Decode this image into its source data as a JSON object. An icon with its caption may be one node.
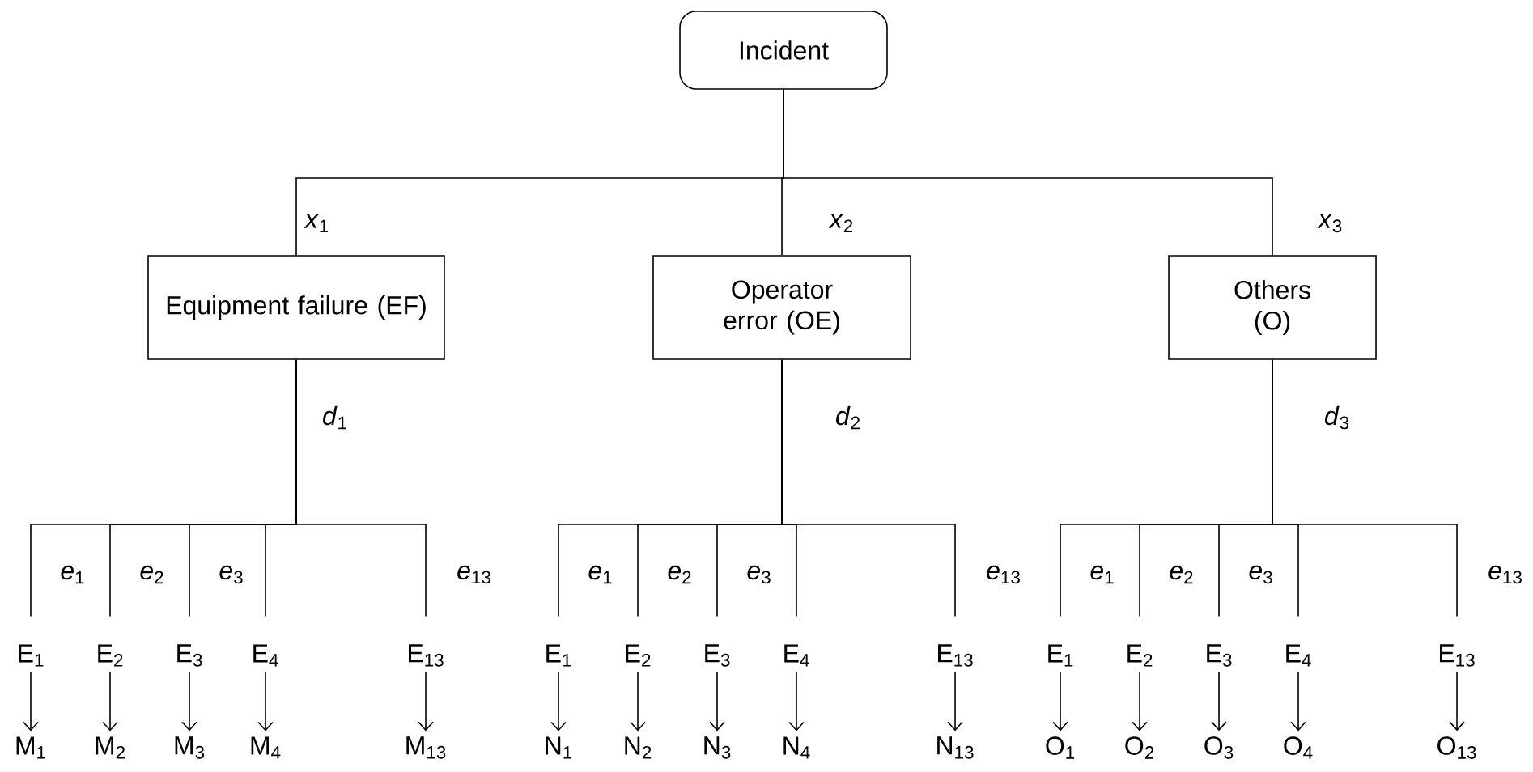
{
  "diagram": {
    "nodes": [
      {
        "text": [
          "Incident"
        ]
      },
      {
        "text": [
          "Equipment failure (EF)"
        ]
      },
      {
        "text": [
          "Operator error (OE)"
        ]
      },
      {
        "text": [
          "Others (O)"
        ]
      },
      {
        "text": [
          "E$_{1}$"
        ]
      },
      {
        "text": [
          "E$_{2}$"
        ]
      },
      {
        "text": [
          "E$_{3}$"
        ]
      },
      {
        "text": [
          "E$_{4}$"
        ]
      },
      {
        "text": [
          "E$_{13}$"
        ]
      },
      {
        "text": [
          "M$_{1}$"
        ]
      },
      {
        "text": [
          "M$_{2}$"
        ]
      },
      {
        "text": [
          "M$_{3}$"
        ]
      },
      {
        "text": [
          "M$_{4}$"
        ]
      },
      {
        "text": [
          "M$_{13}$"
        ]
      },
      {
        "text": [
          "E$_{1}$"
        ]
      },
      {
        "text": [
          "E$_{2}$"
        ]
      },
      {
        "text": [
          "E$_{3}$"
        ]
      },
      {
        "text": [
          "E$_{4}$"
        ]
      },
      {
        "text": [
          "E$_{13}$"
        ]
      },
      {
        "text": [
          "N$_{1}$"
        ]
      },
      {
        "text": [
          "N$_{2}$"
        ]
      },
      {
        "text": [
          "N$_{3}$"
        ]
      },
      {
        "text": [
          "N$_{4}$"
        ]
      },
      {
        "text": [
          "N$_{13}$"
        ]
      },
      {
        "text": [
          "E$_{1}$"
        ]
      },
      {
        "text": [
          "E$_{2}$"
        ]
      },
      {
        "text": [
          "E$_{3}$"
        ]
      },
      {
        "text": [
          "E$_{4}$"
        ]
      },
      {
        "text": [
          "E$_{13}$"
        ]
      },
      {
        "text": [
          "O$_{1}$"
        ]
      },
      {
        "text": [
          "O$_{2}$"
        ]
      },
      {
        "text": [
          "O$_{3}$"
        ]
      },
      {
        "text": [
          "O$_{4}$"
        ]
      },
      {
        "text": [
          "O$_{13}$"
        ]
      }
    ],
    "edges": [
      {
        "from": 0,
        "to": 1,
        "arrow": "none",
        "label": "*x*$_{1}$"
      },
      {
        "from": 0,
        "to": 2,
        "arrow": "none",
        "label": "*x*$_{2}$"
      },
      {
        "from": 0,
        "to": 3,
        "arrow": "none",
        "label": "*x*$_{3}$"
      },
      {
        "from": 1,
        "to": 4,
        "arrow": "none",
        "label": "*e*$_{1}$"
      },
      {
        "from": 1,
        "to": 5,
        "arrow": "none",
        "label": "*e*$_{2}$"
      },
      {
        "from": 1,
        "to": 6,
        "arrow": "none",
        "label": "*e*$_{3}$"
      },
      {
        "from": 1,
        "to": 7,
        "arrow": "none"
      },
      {
        "from": 1,
        "to": 8,
        "arrow": "none",
        "label": "*e*$_{13}$"
      },
      {
        "from": 4,
        "to": 9,
        "arrow": "to"
      },
      {
        "from": 5,
        "to": 10,
        "arrow": "to"
      },
      {
        "from": 6,
        "to": 11,
        "arrow": "to"
      },
      {
        "from": 7,
        "to": 12,
        "arrow": "to"
      },
      {
        "from": 8,
        "to": 13,
        "arrow": "to"
      },
      {
        "from": 2,
        "to": 14,
        "arrow": "none",
        "label": "*e*$_{1}$"
      },
      {
        "from": 2,
        "to": 15,
        "arrow": "none",
        "label": "*e*$_{2}$"
      },
      {
        "from": 2,
        "to": 16,
        "arrow": "none",
        "label": "*e*$_{3}$"
      },
      {
        "from": 2,
        "to": 17,
        "arrow": "none"
      },
      {
        "from": 2,
        "to": 18,
        "arrow": "none",
        "label": "*e*$_{13}$"
      },
      {
        "from": 14,
        "to": 19,
        "arrow": "to"
      },
      {
        "from": 15,
        "to": 20,
        "arrow": "to"
      },
      {
        "from": 16,
        "to": 21,
        "arrow": "to"
      },
      {
        "from": 17,
        "to": 22,
        "arrow": "to"
      },
      {
        "from": 18,
        "to": 23,
        "arrow": "to"
      },
      {
        "from": 3,
        "to": 24,
        "arrow": "none",
        "label": "*e*$_{1}$"
      },
      {
        "from": 3,
        "to": 25,
        "arrow": "none",
        "label": "*e*$_{2}$"
      },
      {
        "from": 3,
        "to": 26,
        "arrow": "none",
        "label": "*e*$_{3}$"
      },
      {
        "from": 3,
        "to": 27,
        "arrow": "none"
      },
      {
        "from": 3,
        "to": 28,
        "arrow": "none",
        "label": "*e*$_{13}$"
      },
      {
        "from": 24,
        "to": 29,
        "arrow": "to"
      },
      {
        "from": 25,
        "to": 30,
        "arrow": "to"
      },
      {
        "from": 26,
        "to": 31,
        "arrow": "to"
      },
      {
        "from": 27,
        "to": 32,
        "arrow": "to"
      },
      {
        "from": 28,
        "to": 33,
        "arrow": "to"
      }
    ],
    "labels": [
      "*d*$_{1}$",
      "*d*$_{2}$",
      "*d*$_{3}$"
    ]
  }
}
